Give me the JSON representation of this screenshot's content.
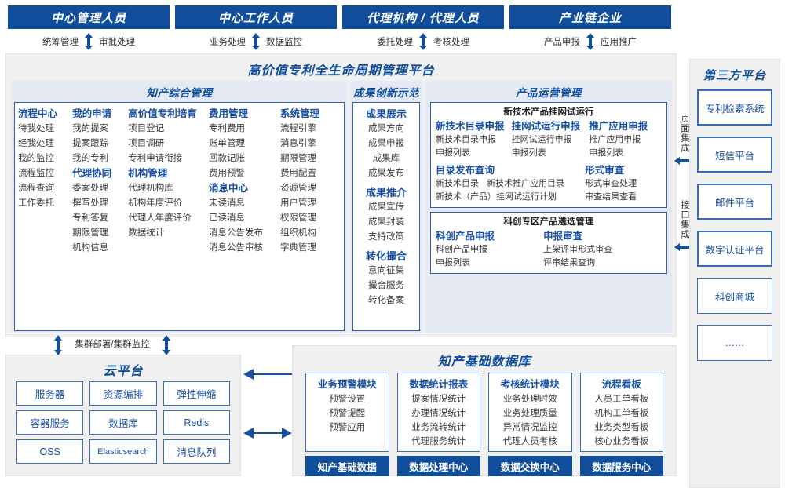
{
  "actors": [
    {
      "label": "中心管理人员",
      "flows": [
        "统筹管理",
        "审批处理"
      ]
    },
    {
      "label": "中心工作人员",
      "flows": [
        "业务处理",
        "数据监控"
      ]
    },
    {
      "label": "代理机构 / 代理人员",
      "flows": [
        "委托处理",
        "考核处理"
      ]
    },
    {
      "label": "产业链企业",
      "flows": [
        "产品申报",
        "应用推广"
      ]
    }
  ],
  "platform": {
    "title": "高价值专利全生命周期管理平台",
    "sections": {
      "ipm": {
        "title": "知产综合管理",
        "columns": [
          {
            "groups": [
              {
                "header": "流程中心",
                "items": [
                  "待我处理",
                  "经我处理",
                  "我的监控",
                  "流程监控",
                  "流程查询",
                  "工作委托"
                ]
              }
            ]
          },
          {
            "groups": [
              {
                "header": "我的申请",
                "items": [
                  "我的提案",
                  "提案跟踪",
                  "我的专利"
                ]
              },
              {
                "header": "代理协同",
                "items": [
                  "委案处理",
                  "撰写处理",
                  "专利答复",
                  "期限管理",
                  "机构信息"
                ]
              }
            ]
          },
          {
            "groups": [
              {
                "header": "高价值专利培育",
                "items": [
                  "项目登记",
                  "项目调研",
                  "专利申请衔接"
                ]
              },
              {
                "header": "机构管理",
                "items": [
                  "代理机构库",
                  "机构年度评价",
                  "代理人年度评价",
                  "数据统计"
                ]
              }
            ]
          },
          {
            "groups": [
              {
                "header": "费用管理",
                "items": [
                  "专利费用",
                  "账单管理",
                  "回款记账",
                  "费用预警"
                ]
              },
              {
                "header": "消息中心",
                "items": [
                  "未读消息",
                  "已读消息",
                  "消息公告发布",
                  "消息公告审核"
                ]
              }
            ]
          },
          {
            "groups": [
              {
                "header": "系统管理",
                "items": [
                  "流程引擎",
                  "消息引擎",
                  "期限管理",
                  "费用配置",
                  "资源管理",
                  "用户管理",
                  "权限管理",
                  "组织机构",
                  "字典管理"
                ]
              }
            ]
          }
        ]
      },
      "ach": {
        "title": "成果创新示范",
        "groups": [
          {
            "header": "成果展示",
            "items": [
              "成果方向",
              "成果申报",
              "成果库",
              "成果发布"
            ]
          },
          {
            "header": "成果推介",
            "items": [
              "成果宣传",
              "成果封装",
              "支持政策"
            ]
          },
          {
            "header": "转化撮合",
            "items": [
              "意向征集",
              "撮合服务",
              "转化备案"
            ]
          }
        ]
      },
      "pro": {
        "title": "产品运营管理",
        "box1": {
          "title": "新技术产品挂网试运行",
          "columns": [
            {
              "header": "新技术目录申报",
              "items": [
                "新技术目录申报",
                "申报列表"
              ]
            },
            {
              "header": "挂网试运行申报",
              "items": [
                "挂网试运行申报",
                "申报列表"
              ]
            },
            {
              "header": "推广应用申报",
              "items": [
                "推广应用申报",
                "申报列表"
              ]
            }
          ],
          "row2_left": {
            "header": "目录发布查询",
            "items_row1": [
              "新技术目录",
              "新技术推广应用目录"
            ],
            "items_row2": [
              "新技术（产品）挂网试运行计划"
            ]
          },
          "row2_right": {
            "header": "形式审查",
            "items": [
              "形式审查处理",
              "审查结果查看"
            ]
          }
        },
        "box2": {
          "title": "科创专区产品遴选管理",
          "columns": [
            {
              "header": "科创产品申报",
              "items": [
                "科创产品申报",
                "申报列表"
              ]
            },
            {
              "header": "申报审查",
              "items": [
                "上架评审形式审查",
                "评审结果查询"
              ]
            }
          ]
        }
      }
    }
  },
  "integration": {
    "page_label": "页面集成",
    "api_label": "接口集成"
  },
  "third_party": {
    "title": "第三方平台",
    "items": [
      "专利检索系统",
      "短信平台",
      "邮件平台",
      "数字认证平台",
      "科创商城",
      "……"
    ]
  },
  "cluster_label": "集群部署/集群监控",
  "cloud": {
    "title": "云平台",
    "cells": [
      "服务器",
      "资源编排",
      "弹性伸缩",
      "容器服务",
      "数据库",
      "Redis",
      "OSS",
      "Elasticsearch",
      "消息队列"
    ]
  },
  "kdb": {
    "title": "知产基础数据库",
    "columns": [
      {
        "header": "业务预警模块",
        "items": [
          "预警设置",
          "预警提醒",
          "预警应用"
        ],
        "footer": "知产基础数据"
      },
      {
        "header": "数据统计报表",
        "items": [
          "提案情况统计",
          "办理情况统计",
          "业务流转统计",
          "代理服务统计"
        ],
        "footer": "数据处理中心"
      },
      {
        "header": "考核统计模块",
        "items": [
          "业务处理时效",
          "业务处理质量",
          "异常情况监控",
          "代理人员考核"
        ],
        "footer": "数据交换中心"
      },
      {
        "header": "流程看板",
        "items": [
          "人员工单看板",
          "机构工单看板",
          "业务类型看板",
          "核心业务看板"
        ],
        "footer": "数据服务中心"
      }
    ]
  },
  "colors": {
    "brand_blue": "#104e9c",
    "light_blue": "#1a4fa0",
    "panel_bg": "#f0f0f0",
    "section_bg": "#e5e9f3",
    "border_blue": "#3a6cb5"
  }
}
